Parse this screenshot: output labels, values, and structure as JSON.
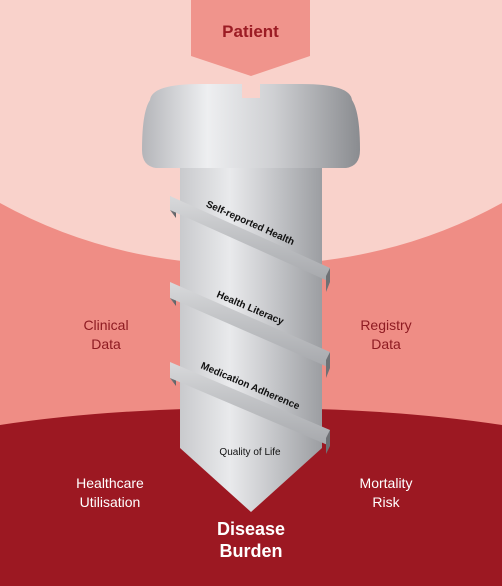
{
  "top_label": "Patient",
  "middle_left": [
    "Clinical",
    "Data"
  ],
  "middle_right": [
    "Registry",
    "Data"
  ],
  "outer_left": [
    "Healthcare",
    "Utilisation"
  ],
  "outer_right": [
    "Mortality",
    "Risk"
  ],
  "bottom_label": [
    "Disease",
    "Burden"
  ],
  "screw_bands": [
    "Self-reported Health",
    "Health Literacy",
    "Medication Adherence",
    "Quality of Life"
  ],
  "colors": {
    "inner_zone": "#f9d2cb",
    "middle_zone": "#ef8d85",
    "outer_zone": "#9c1822",
    "patient_tab": "#f0948c"
  }
}
